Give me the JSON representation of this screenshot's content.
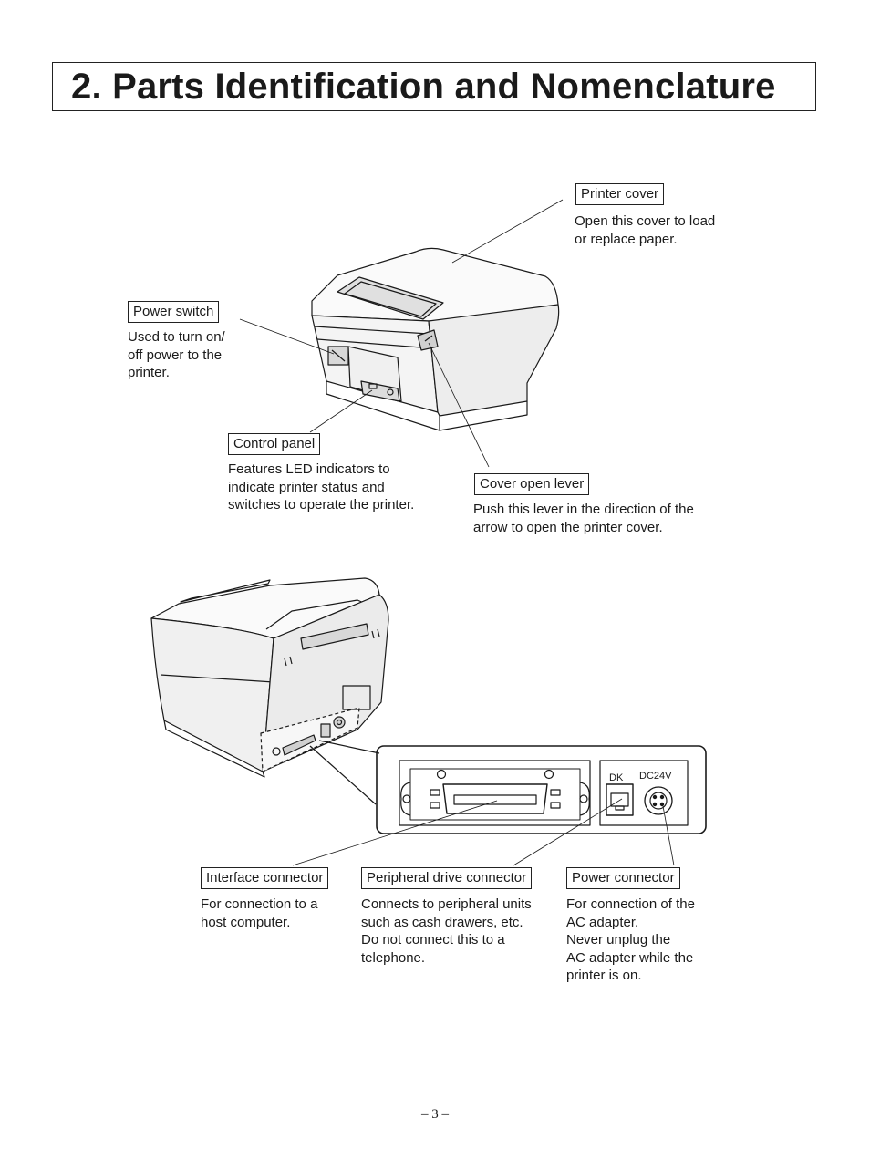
{
  "page": {
    "title": "2. Parts Identification and Nomenclature",
    "page_number": "– 3 –"
  },
  "parts": {
    "printer_cover": {
      "label": "Printer cover",
      "desc": "Open this cover to load\nor replace paper."
    },
    "power_switch": {
      "label": "Power switch",
      "desc": "Used to turn on/\noff power to the\nprinter."
    },
    "control_panel": {
      "label": "Control panel",
      "desc": "Features LED indicators to\nindicate printer status and\nswitches to operate the printer."
    },
    "cover_open_lever": {
      "label": "Cover open lever",
      "desc": "Push this lever in the direction of the\narrow to open the printer cover."
    },
    "interface_connector": {
      "label": "Interface connector",
      "desc": "For connection to a\nhost computer."
    },
    "peripheral_drive_connector": {
      "label": "Peripheral drive connector",
      "desc": "Connects to peripheral units\nsuch as cash drawers, etc.\nDo not connect this to a\ntelephone."
    },
    "power_connector": {
      "label": "Power connector",
      "desc": "For connection of the\nAC adapter.\nNever unplug the\nAC adapter while the\nprinter is on."
    }
  },
  "rear_panel": {
    "dk_label": "DK",
    "dc_label": "DC24V"
  }
}
